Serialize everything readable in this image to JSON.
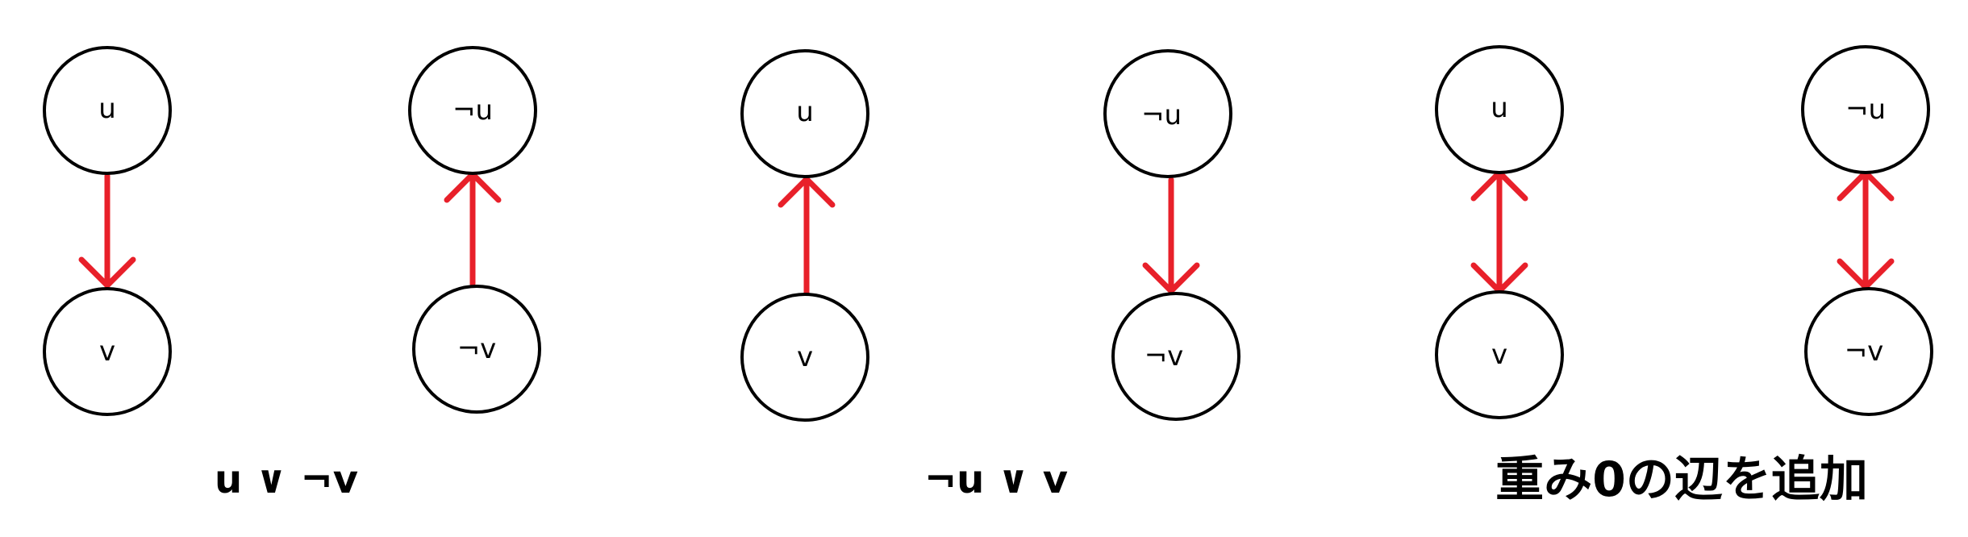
{
  "colors": {
    "edge": "#e8202a",
    "node_stroke": "#000000",
    "node_fill": "#ffffff"
  },
  "nodes": [
    {
      "id": "g1-top-left",
      "label": "u"
    },
    {
      "id": "g1-bottom-left",
      "label": "v"
    },
    {
      "id": "g1-top-right",
      "label": "¬u"
    },
    {
      "id": "g1-bottom-right",
      "label": "¬v"
    },
    {
      "id": "g2-top-left",
      "label": "u"
    },
    {
      "id": "g2-bottom-left",
      "label": "v"
    },
    {
      "id": "g2-top-right",
      "label": "¬u"
    },
    {
      "id": "g2-bottom-right",
      "label": "¬v"
    },
    {
      "id": "g3-top-left",
      "label": "u"
    },
    {
      "id": "g3-bottom-left",
      "label": "v"
    },
    {
      "id": "g3-top-right",
      "label": "¬u"
    },
    {
      "id": "g3-bottom-right",
      "label": "¬v"
    }
  ],
  "edges": [
    {
      "from": "g1-top-left",
      "to": "g1-bottom-left",
      "direction": "forward"
    },
    {
      "from": "g1-bottom-right",
      "to": "g1-top-right",
      "direction": "forward"
    },
    {
      "from": "g2-bottom-left",
      "to": "g2-top-left",
      "direction": "forward"
    },
    {
      "from": "g2-top-right",
      "to": "g2-bottom-right",
      "direction": "forward"
    },
    {
      "from": "g3-top-left",
      "to": "g3-bottom-left",
      "direction": "both"
    },
    {
      "from": "g3-top-right",
      "to": "g3-bottom-right",
      "direction": "both"
    }
  ],
  "captions": {
    "group1": "u ∨ ¬v",
    "group2": "¬u ∨ v",
    "group3": "重み0の辺を追加"
  }
}
